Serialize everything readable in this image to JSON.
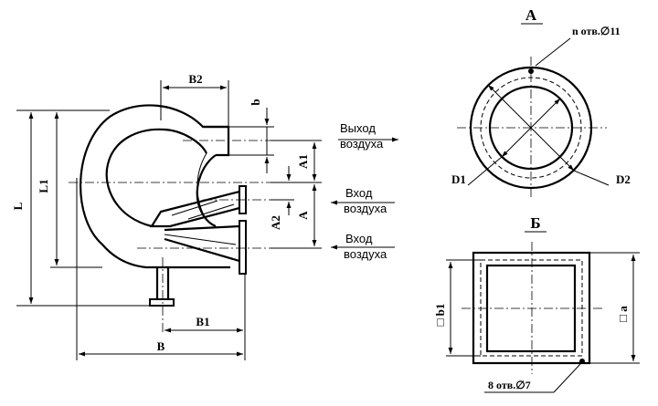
{
  "labels": {
    "L": "L",
    "L1": "L1",
    "B": "B",
    "B1": "B1",
    "B2": "B2",
    "b": "b",
    "A": "A",
    "A1": "A1",
    "A2": "A2",
    "D1": "D1",
    "D2": "D2",
    "b1": "□ b1",
    "a": "□ a"
  },
  "views": {
    "view_a_title": "А",
    "view_b_title": "Б"
  },
  "notes": {
    "holes_round": "n отв.∅11",
    "holes_square": "8 отв.∅7"
  },
  "air": {
    "outlet_line1": "Выход",
    "outlet_line2": "воздуха",
    "inlet1_line1": "Вход",
    "inlet1_line2": "воздуха",
    "inlet2_line1": "Вход",
    "inlet2_line2": "воздуха"
  }
}
